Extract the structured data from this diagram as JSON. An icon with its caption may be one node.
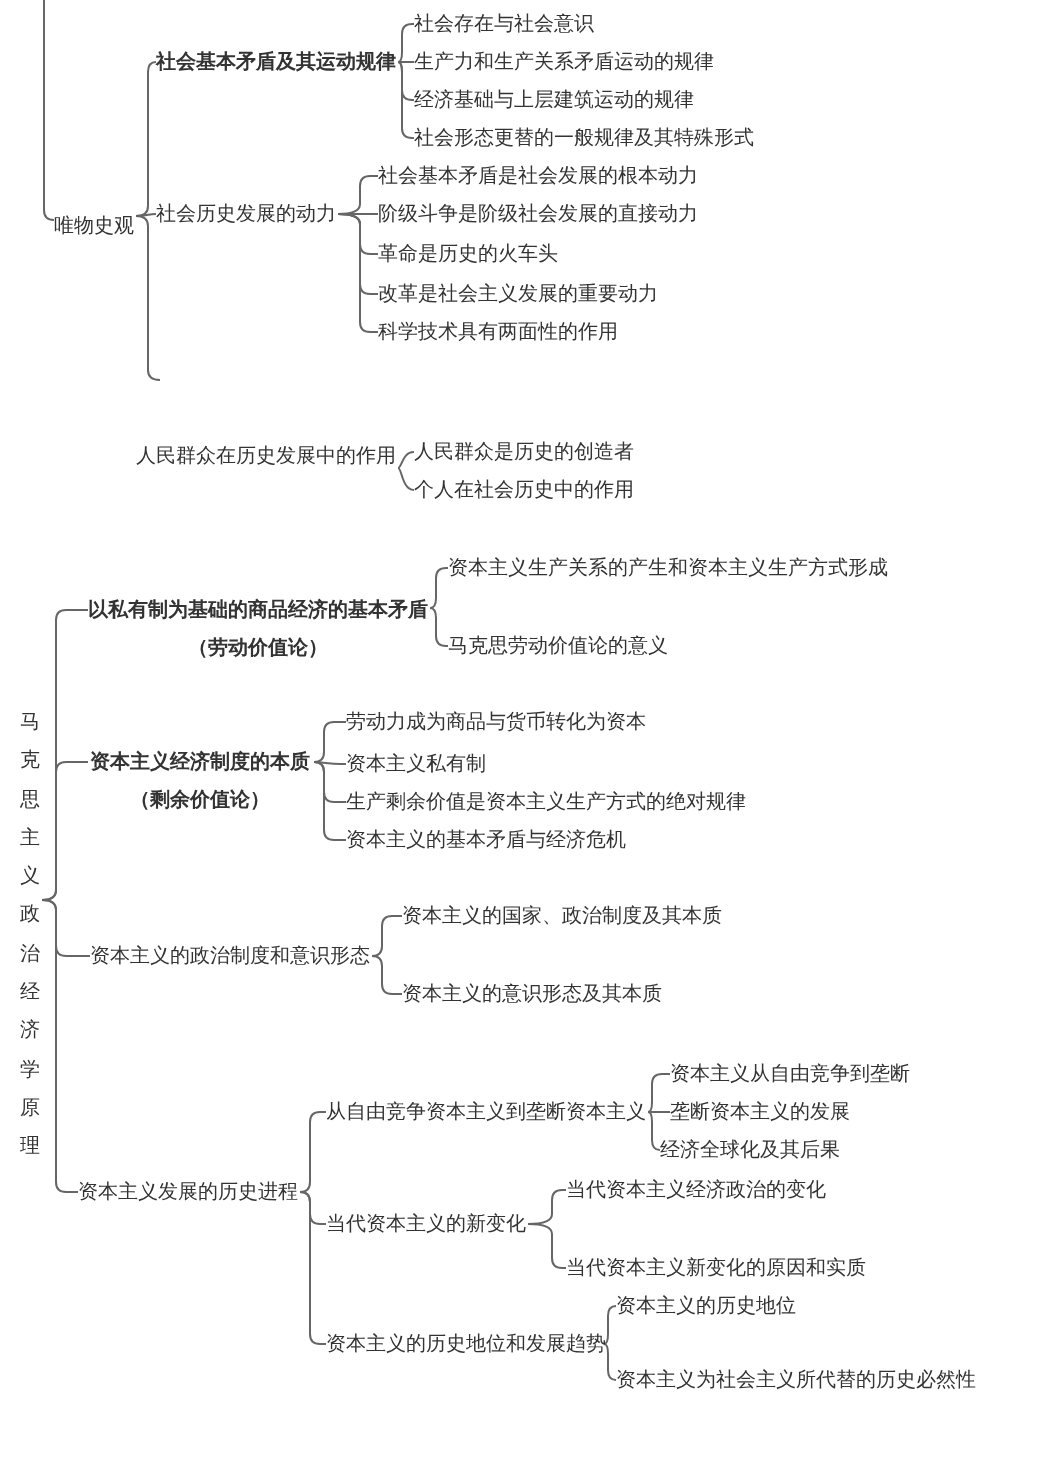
{
  "diagram": {
    "nodes": [
      {
        "text": [
          "唯物史观"
        ]
      },
      {
        "text": [
          "社会基本矛盾及其运动规律"
        ]
      },
      {
        "text": [
          "社会存在与社会意识"
        ]
      },
      {
        "text": [
          "生产力和生产关系矛盾运动的规律"
        ]
      },
      {
        "text": [
          "经济基础与上层建筑运动的规律"
        ]
      },
      {
        "text": [
          "社会形态更替的一般规律及其特殊形式"
        ]
      },
      {
        "text": [
          "社会历史发展的动力"
        ]
      },
      {
        "text": [
          "社会基本矛盾是社会发展的根本动力"
        ]
      },
      {
        "text": [
          "阶级斗争是阶级社会发展的直接动力"
        ]
      },
      {
        "text": [
          "革命是历史的火车头"
        ]
      },
      {
        "text": [
          "改革是社会主义发展的重要动力"
        ]
      },
      {
        "text": [
          "科学技术具有两面性的作用"
        ]
      },
      {
        "text": [
          "人民群众在历史发展中的作用"
        ]
      },
      {
        "text": [
          "人民群众是历史的创造者"
        ]
      },
      {
        "text": [
          "个人在社会历史中的作用"
        ]
      },
      {
        "text": [
          "马克思主义政治经济学原理"
        ]
      },
      {
        "text": [
          "以私有制为基础的商品经济的基本矛盾（劳动价值论）"
        ]
      },
      {
        "text": [
          "资本主义生产关系的产生和资本主义生产方式形成"
        ]
      },
      {
        "text": [
          "马克思劳动价值论的意义"
        ]
      },
      {
        "text": [
          "资本主义经济制度的本质（剩余价值论）"
        ]
      },
      {
        "text": [
          "劳动力成为商品与货币转化为资本"
        ]
      },
      {
        "text": [
          "资本主义私有制"
        ]
      },
      {
        "text": [
          "生产剩余价值是资本主义生产方式的绝对规律"
        ]
      },
      {
        "text": [
          "资本主义的基本矛盾与经济危机"
        ]
      },
      {
        "text": [
          "资本主义的政治制度和意识形态"
        ]
      },
      {
        "text": [
          "资本主义的国家、政治制度及其本质"
        ]
      },
      {
        "text": [
          "资本主义的意识形态及其本质"
        ]
      },
      {
        "text": [
          "资本主义发展的历史进程"
        ]
      },
      {
        "text": [
          "从自由竞争资本主义到垄断资本主义"
        ]
      },
      {
        "text": [
          "资本主义从自由竞争到垄断"
        ]
      },
      {
        "text": [
          "垄断资本主义的发展"
        ]
      },
      {
        "text": [
          "经济全球化及其后果"
        ]
      },
      {
        "text": [
          "当代资本主义的新变化"
        ]
      },
      {
        "text": [
          "当代资本主义经济政治的变化"
        ]
      },
      {
        "text": [
          "当代资本主义新变化的原因和实质"
        ]
      },
      {
        "text": [
          "资本主义的历史地位和发展趋势"
        ]
      },
      {
        "text": [
          "资本主义的历史地位"
        ]
      },
      {
        "text": [
          "资本主义为社会主义所代替的历史必然性"
        ]
      }
    ],
    "edges": [
      {
        "from": null,
        "to": 0,
        "arrow": "none"
      },
      {
        "from": 0,
        "to": 1,
        "arrow": "none"
      },
      {
        "from": 0,
        "to": 6,
        "arrow": "none"
      },
      {
        "from": 0,
        "to": null,
        "arrow": "none"
      },
      {
        "from": 1,
        "to": 2,
        "arrow": "none"
      },
      {
        "from": 1,
        "to": 3,
        "arrow": "none"
      },
      {
        "from": 1,
        "to": 4,
        "arrow": "none"
      },
      {
        "from": 1,
        "to": 5,
        "arrow": "none"
      },
      {
        "from": 6,
        "to": 7,
        "arrow": "none"
      },
      {
        "from": 6,
        "to": 8,
        "arrow": "none"
      },
      {
        "from": 6,
        "to": 9,
        "arrow": "none"
      },
      {
        "from": 6,
        "to": 10,
        "arrow": "none"
      },
      {
        "from": 6,
        "to": 11,
        "arrow": "none"
      },
      {
        "from": 12,
        "to": 13,
        "arrow": "none"
      },
      {
        "from": 12,
        "to": 14,
        "arrow": "none"
      },
      {
        "from": 15,
        "to": 16,
        "arrow": "none"
      },
      {
        "from": 15,
        "to": 19,
        "arrow": "none"
      },
      {
        "from": 15,
        "to": 24,
        "arrow": "none"
      },
      {
        "from": 15,
        "to": 27,
        "arrow": "none"
      },
      {
        "from": 16,
        "to": 17,
        "arrow": "none"
      },
      {
        "from": 16,
        "to": 18,
        "arrow": "none"
      },
      {
        "from": 19,
        "to": 20,
        "arrow": "none"
      },
      {
        "from": 19,
        "to": 21,
        "arrow": "none"
      },
      {
        "from": 19,
        "to": 22,
        "arrow": "none"
      },
      {
        "from": 19,
        "to": 23,
        "arrow": "none"
      },
      {
        "from": 24,
        "to": 25,
        "arrow": "none"
      },
      {
        "from": 24,
        "to": 26,
        "arrow": "none"
      },
      {
        "from": 27,
        "to": 28,
        "arrow": "none"
      },
      {
        "from": 27,
        "to": 32,
        "arrow": "none"
      },
      {
        "from": 27,
        "to": 35,
        "arrow": "none"
      },
      {
        "from": 28,
        "to": 29,
        "arrow": "none"
      },
      {
        "from": 28,
        "to": 30,
        "arrow": "none"
      },
      {
        "from": 28,
        "to": 31,
        "arrow": "none"
      },
      {
        "from": 32,
        "to": 33,
        "arrow": "none"
      },
      {
        "from": 32,
        "to": 34,
        "arrow": "none"
      },
      {
        "from": 35,
        "to": 36,
        "arrow": "none"
      },
      {
        "from": 35,
        "to": 37,
        "arrow": "none"
      }
    ]
  }
}
